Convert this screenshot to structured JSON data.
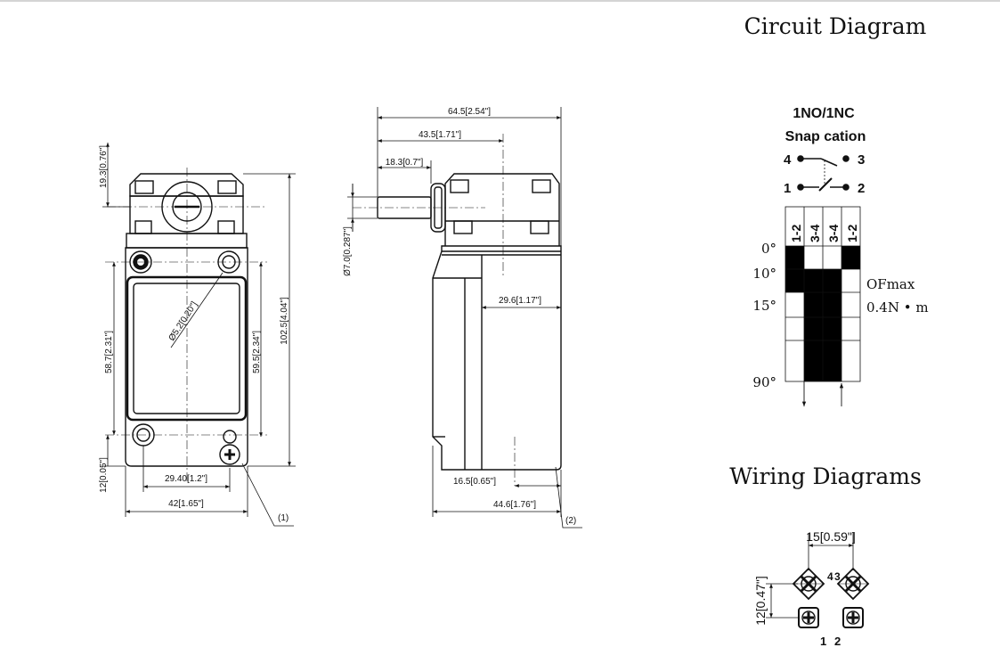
{
  "headings": {
    "circuit": "Circuit Diagram",
    "wiring": "Wiring Diagrams"
  },
  "front_view": {
    "dims": {
      "top_height": "19.3[0.76\"]",
      "hole_dia": "Ø5.2[0.20\"]",
      "height_left": "58.7[2.31\"]",
      "height_right": "59.5[2.34\"]",
      "total_height": "102.5[4.04\"]",
      "bottom_offset": "12[0.05\"]",
      "hole_spacing": "29.40[1.2\"]",
      "width": "42[1.65\"]"
    },
    "callout": "(1)"
  },
  "side_view": {
    "dims": {
      "total_width": "64.5[2.54\"]",
      "mid_width": "43.5[1.71\"]",
      "shaft_length": "18.3[0.7\"]",
      "shaft_dia": "Ø7.0[0.287\"]",
      "body_depth": "29.6[1.17\"]",
      "bottom_offset": "16.5[0.65\"]",
      "body_width": "44.6[1.76\"]"
    },
    "callout": "(2)"
  },
  "circuit": {
    "contact_type": "1NO/1NC",
    "action": "Snap cation",
    "terminals": [
      "4",
      "3",
      "1",
      "2"
    ],
    "columns": [
      "1-2",
      "3-4",
      "3-4",
      "1-2"
    ],
    "angles": [
      "0°",
      "10°",
      "15°",
      "90°"
    ],
    "force_label": "OFmax",
    "force_value": "0.4N • m",
    "fill_color": "#000000"
  },
  "wiring": {
    "spacing_h": "15[0.59\"]",
    "spacing_v": "12[0.47\"]",
    "terminal_labels": [
      "4",
      "3",
      "1",
      "2"
    ]
  }
}
